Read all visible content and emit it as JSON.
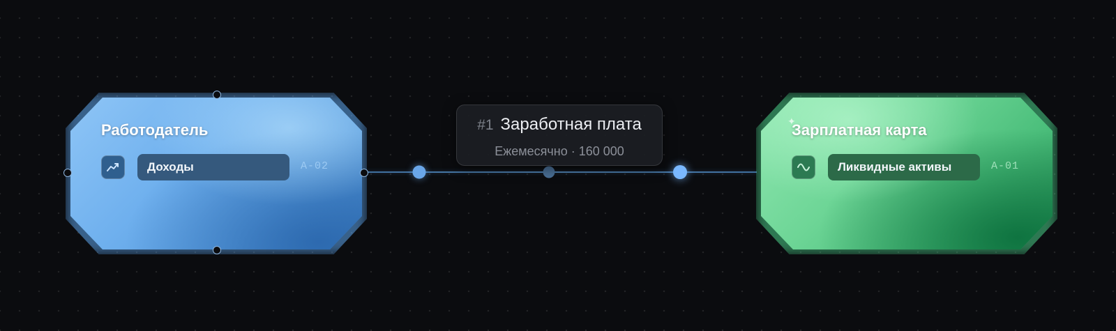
{
  "nodes": {
    "employer": {
      "title": "Работодатель",
      "tag_label": "Доходы",
      "tag_icon": "trend-up-icon",
      "code": "A-02",
      "color": "#6fb0ee"
    },
    "salary_card": {
      "title": "Зарплатная карта",
      "tag_label": "Ликвидные активы",
      "tag_icon": "wave-icon",
      "code": "A-01",
      "color": "#6dd596"
    }
  },
  "edge": {
    "number": "#1",
    "title": "Заработная плата",
    "subtitle": "Ежемесячно · 160 000",
    "color": "#4e7fae"
  },
  "canvas": {
    "background": "#0b0c0f"
  }
}
